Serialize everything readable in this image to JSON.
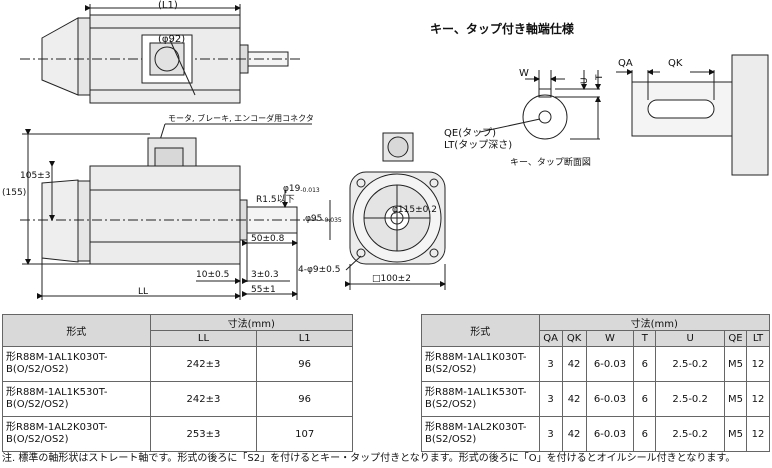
{
  "drawing": {
    "top_view": {
      "l1_label": "(L1)",
      "phi92_label": "(φ92)"
    },
    "key_section": {
      "title": "キー、タップ付き軸端仕様",
      "w_label": "W",
      "u_label": "U",
      "t_label": "T",
      "qa_label": "QA",
      "qk_label": "QK",
      "qe_label": "QE(タップ)",
      "lt_label": "LT(タップ深さ)",
      "section_label": "キー、タップ断面図"
    },
    "side_view": {
      "connector_label": "モータ, ブレーキ, エンコーダ用コネクタ",
      "h105_label": "105±3",
      "h155_label": "(155)",
      "phi19_label": "φ19",
      "phi19_tol": "-0.013",
      "r15_label": "R1.5以下",
      "phi95_label": "φ95",
      "phi95_tol": "-0.035",
      "dim50_label": "50±0.8",
      "dim10_label": "10±0.5",
      "dim3_label": "3±0.3",
      "dim55_label": "55±1",
      "ll_label": "LL"
    },
    "front_view": {
      "phi115_label": "φ115±0.2",
      "holes_label": "4-φ9±0.5",
      "sq100_label": "□100±2"
    }
  },
  "table_left": {
    "model_header": "形式",
    "dim_header": "寸法(mm)",
    "columns": [
      "LL",
      "L1"
    ],
    "rows": [
      {
        "model": "形R88M-1AL1K030T-B(O/S2/OS2)",
        "ll": "242±3",
        "l1": "96"
      },
      {
        "model": "形R88M-1AL1K530T-B(O/S2/OS2)",
        "ll": "242±3",
        "l1": "96"
      },
      {
        "model": "形R88M-1AL2K030T-B(O/S2/OS2)",
        "ll": "253±3",
        "l1": "107"
      }
    ]
  },
  "table_right": {
    "model_header": "形式",
    "dim_header": "寸法(mm)",
    "columns": [
      "QA",
      "QK",
      "W",
      "T",
      "U",
      "QE",
      "LT"
    ],
    "rows": [
      {
        "model": "形R88M-1AL1K030T-B(S2/OS2)",
        "qa": "3",
        "qk": "42",
        "w": "6-0.03",
        "t": "6",
        "u": "2.5-0.2",
        "qe": "M5",
        "lt": "12"
      },
      {
        "model": "形R88M-1AL1K530T-B(S2/OS2)",
        "qa": "3",
        "qk": "42",
        "w": "6-0.03",
        "t": "6",
        "u": "2.5-0.2",
        "qe": "M5",
        "lt": "12"
      },
      {
        "model": "形R88M-1AL2K030T-B(S2/OS2)",
        "qa": "3",
        "qk": "42",
        "w": "6-0.03",
        "t": "6",
        "u": "2.5-0.2",
        "qe": "M5",
        "lt": "12"
      }
    ]
  },
  "note": "注. 標準の軸形状はストレート軸です。形式の後ろに「S2」を付けるとキー・タップ付きとなります。形式の後ろに「O」を付けるとオイルシール付きとなります。"
}
